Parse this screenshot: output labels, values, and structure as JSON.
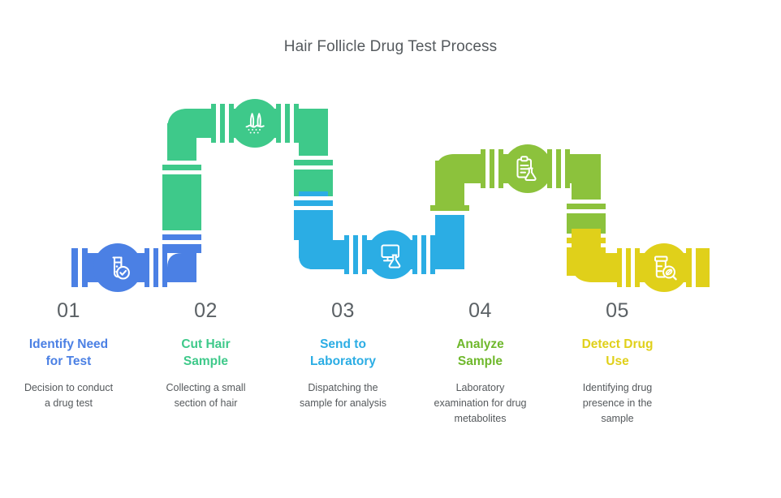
{
  "header": {
    "title": "Hair Follicle Drug Test Process",
    "title_color": "#555a5e"
  },
  "diagram": {
    "type": "pipeline-process",
    "shape": "zigzag-pipe",
    "background": "#ffffff",
    "step_count": 5
  },
  "steps": [
    {
      "number": "01",
      "title": "Identify Need for Test",
      "title_line1": "Identify Need",
      "title_line2": "for Test",
      "description": "Decision to conduct a drug test",
      "desc_line1": "Decision to conduct",
      "desc_line2": "a drug test",
      "color": "#4b80e4",
      "icon": "test-tube-check-icon",
      "level": "low"
    },
    {
      "number": "02",
      "title": "Cut Hair Sample",
      "title_line1": "Cut Hair",
      "title_line2": "Sample",
      "description": "Collecting a small section of hair",
      "desc_line1": "Collecting a small",
      "desc_line2": "section of hair",
      "color": "#3ec98a",
      "icon": "hair-follicle-icon",
      "level": "high"
    },
    {
      "number": "03",
      "title": "Send to Laboratory",
      "title_line1": "Send to",
      "title_line2": "Laboratory",
      "description": "Dispatching the sample for analysis",
      "desc_line1": "Dispatching the",
      "desc_line2": "sample for analysis",
      "color": "#2bade4",
      "icon": "monitor-flask-icon",
      "level": "mid"
    },
    {
      "number": "04",
      "title": "Analyze Sample",
      "title_line1": "Analyze",
      "title_line2": "Sample",
      "description": "Laboratory examination for drug metabolites",
      "desc_line1": "Laboratory",
      "desc_line2": "examination for drug",
      "desc_line3": "metabolites",
      "color": "#8cc23c",
      "icon": "clipboard-flask-icon",
      "level": "upper-mid"
    },
    {
      "number": "05",
      "title": "Detect Drug Use",
      "title_line1": "Detect Drug",
      "title_line2": "Use",
      "description": "Identifying drug presence in the sample",
      "desc_line1": "Identifying drug",
      "desc_line2": "presence in the",
      "desc_line3": "sample",
      "color": "#e0d01a",
      "icon": "pill-bottle-search-icon",
      "level": "low"
    }
  ],
  "palette": {
    "blue": "#4b80e4",
    "green": "#3ec98a",
    "cyan": "#2bade4",
    "olive": "#8cc23c",
    "yellow": "#e0d01a",
    "text_dark": "#55595c",
    "number_gray": "#5b6165"
  }
}
